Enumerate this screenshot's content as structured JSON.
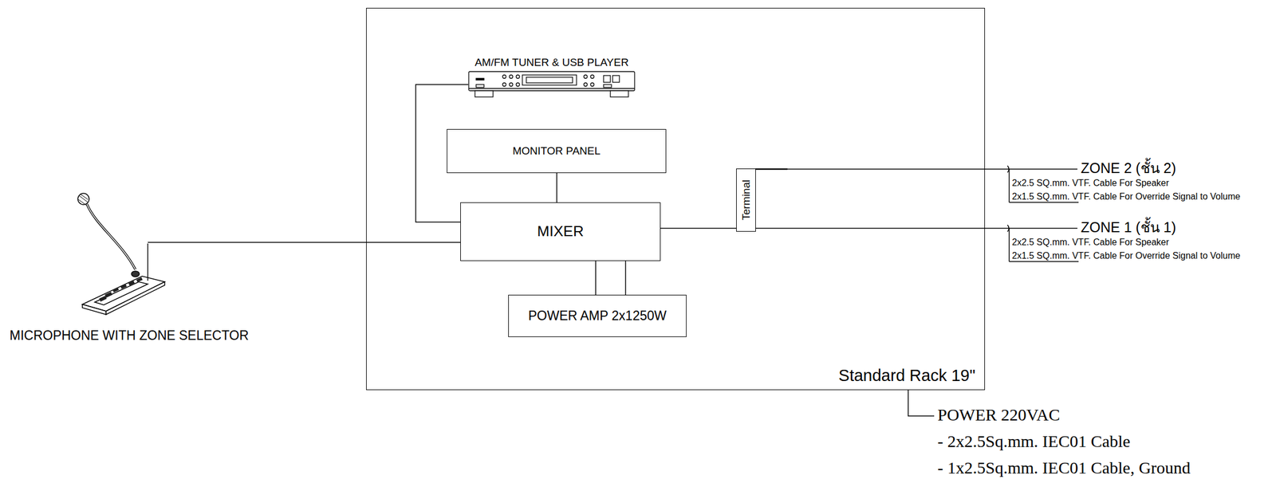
{
  "diagram": {
    "nodes": [
      {
        "text": [
          "Standard Rack 19\""
        ]
      },
      {
        "text": [
          "AM/FM TUNER & USB PLAYER"
        ],
        "in": 0
      },
      {
        "text": [
          "MONITOR PANEL"
        ],
        "in": 0
      },
      {
        "text": [
          "MIXER"
        ],
        "in": 0
      },
      {
        "text": [
          "Terminal"
        ],
        "in": 0
      },
      {
        "text": [
          "POWER AMP 2x1250W"
        ],
        "in": 0
      },
      {
        "text": [
          "MICROPHONE WITH ZONE SELECTOR"
        ]
      }
    ],
    "edges": [
      {
        "from": 1,
        "to": 3,
        "arrow": "none"
      },
      {
        "from": 2,
        "to": 3,
        "arrow": "none"
      },
      {
        "from": 3,
        "to": 5,
        "arrow": "none"
      },
      {
        "from": 3,
        "to": 5,
        "arrow": "none"
      },
      {
        "from": 3,
        "to": 4,
        "arrow": "none"
      },
      {
        "from": 6,
        "to": 3,
        "arrow": "none"
      }
    ],
    "labels": [
      "ZONE 2 (ชั้น 2)",
      "2x2.5 SQ.mm. VTF. Cable For Speaker",
      "2x1.5 SQ.mm. VTF. Cable For Override Signal to Volume",
      "ZONE 1 (ชั้น 1)",
      "2x2.5 SQ.mm. VTF. Cable For Speaker",
      "2x1.5 SQ.mm. VTF. Cable For Override Signal to Volume",
      "POWER 220VAC",
      "- 2x2.5Sq.mm. IEC01 Cable",
      "- 1x2.5Sq.mm. IEC01 Cable, Ground"
    ]
  }
}
